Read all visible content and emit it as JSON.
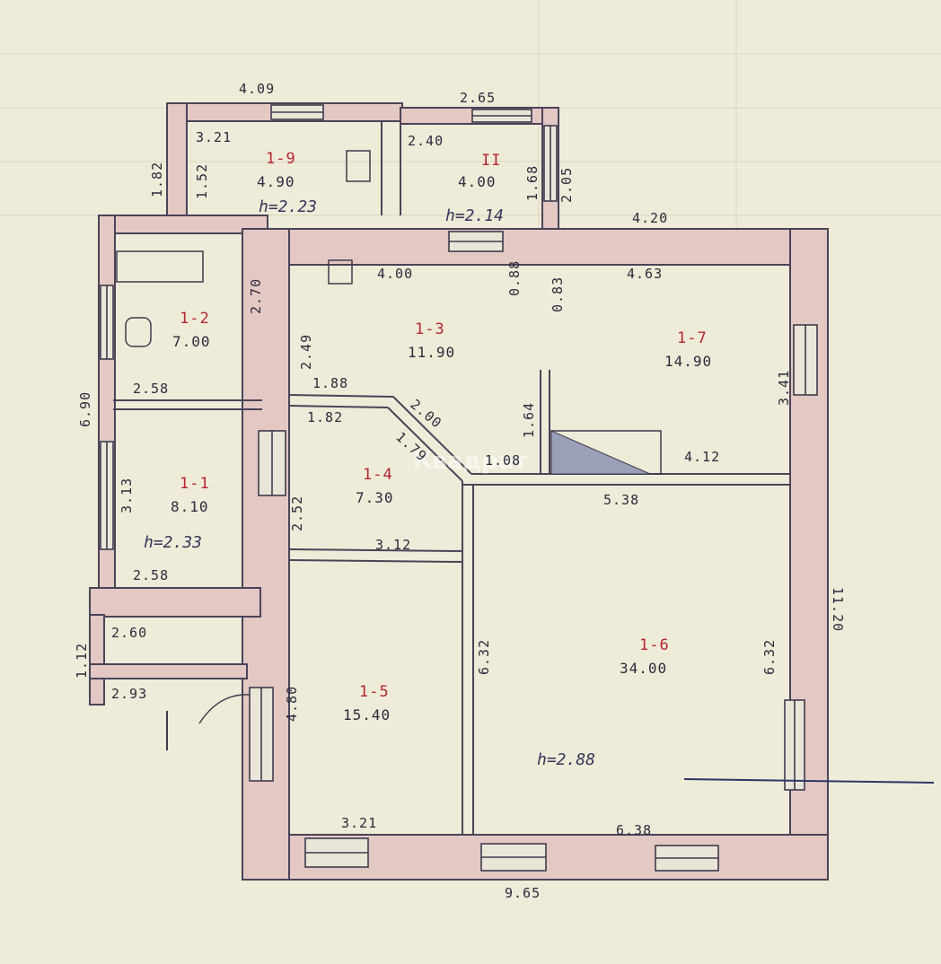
{
  "watermark": "Квадрат",
  "rooms": [
    {
      "id": "1-9",
      "area": "4.90"
    },
    {
      "id": "II",
      "area": "4.00"
    },
    {
      "id": "1-2",
      "area": "7.00"
    },
    {
      "id": "1-3",
      "area": "11.90"
    },
    {
      "id": "1-7",
      "area": "14.90"
    },
    {
      "id": "1-1",
      "area": "8.10"
    },
    {
      "id": "1-4",
      "area": "7.30"
    },
    {
      "id": "1-5",
      "area": "15.40"
    },
    {
      "id": "1-6",
      "area": "34.00"
    }
  ],
  "heights": [
    "h=2.23",
    "h=2.14",
    "h=2.33",
    "h=2.88"
  ],
  "dimensions": [
    "4.09",
    "2.65",
    "3.21",
    "2.40",
    "1.82",
    "1.52",
    "1.68",
    "2.05",
    "4.20",
    "4.00",
    "4.63",
    "2.70",
    "0.88",
    "0.83",
    "2.49",
    "3.41",
    "6.90",
    "2.58",
    "1.88",
    "1.64",
    "1.82",
    "2.00",
    "1.79",
    "1.08",
    "4.12",
    "3.13",
    "2.52",
    "5.38",
    "11.20",
    "2.58",
    "3.12",
    "2.60",
    "6.32",
    "6.32",
    "1.12",
    "4.80",
    "2.93",
    "3.21",
    "6.38",
    "9.65"
  ]
}
